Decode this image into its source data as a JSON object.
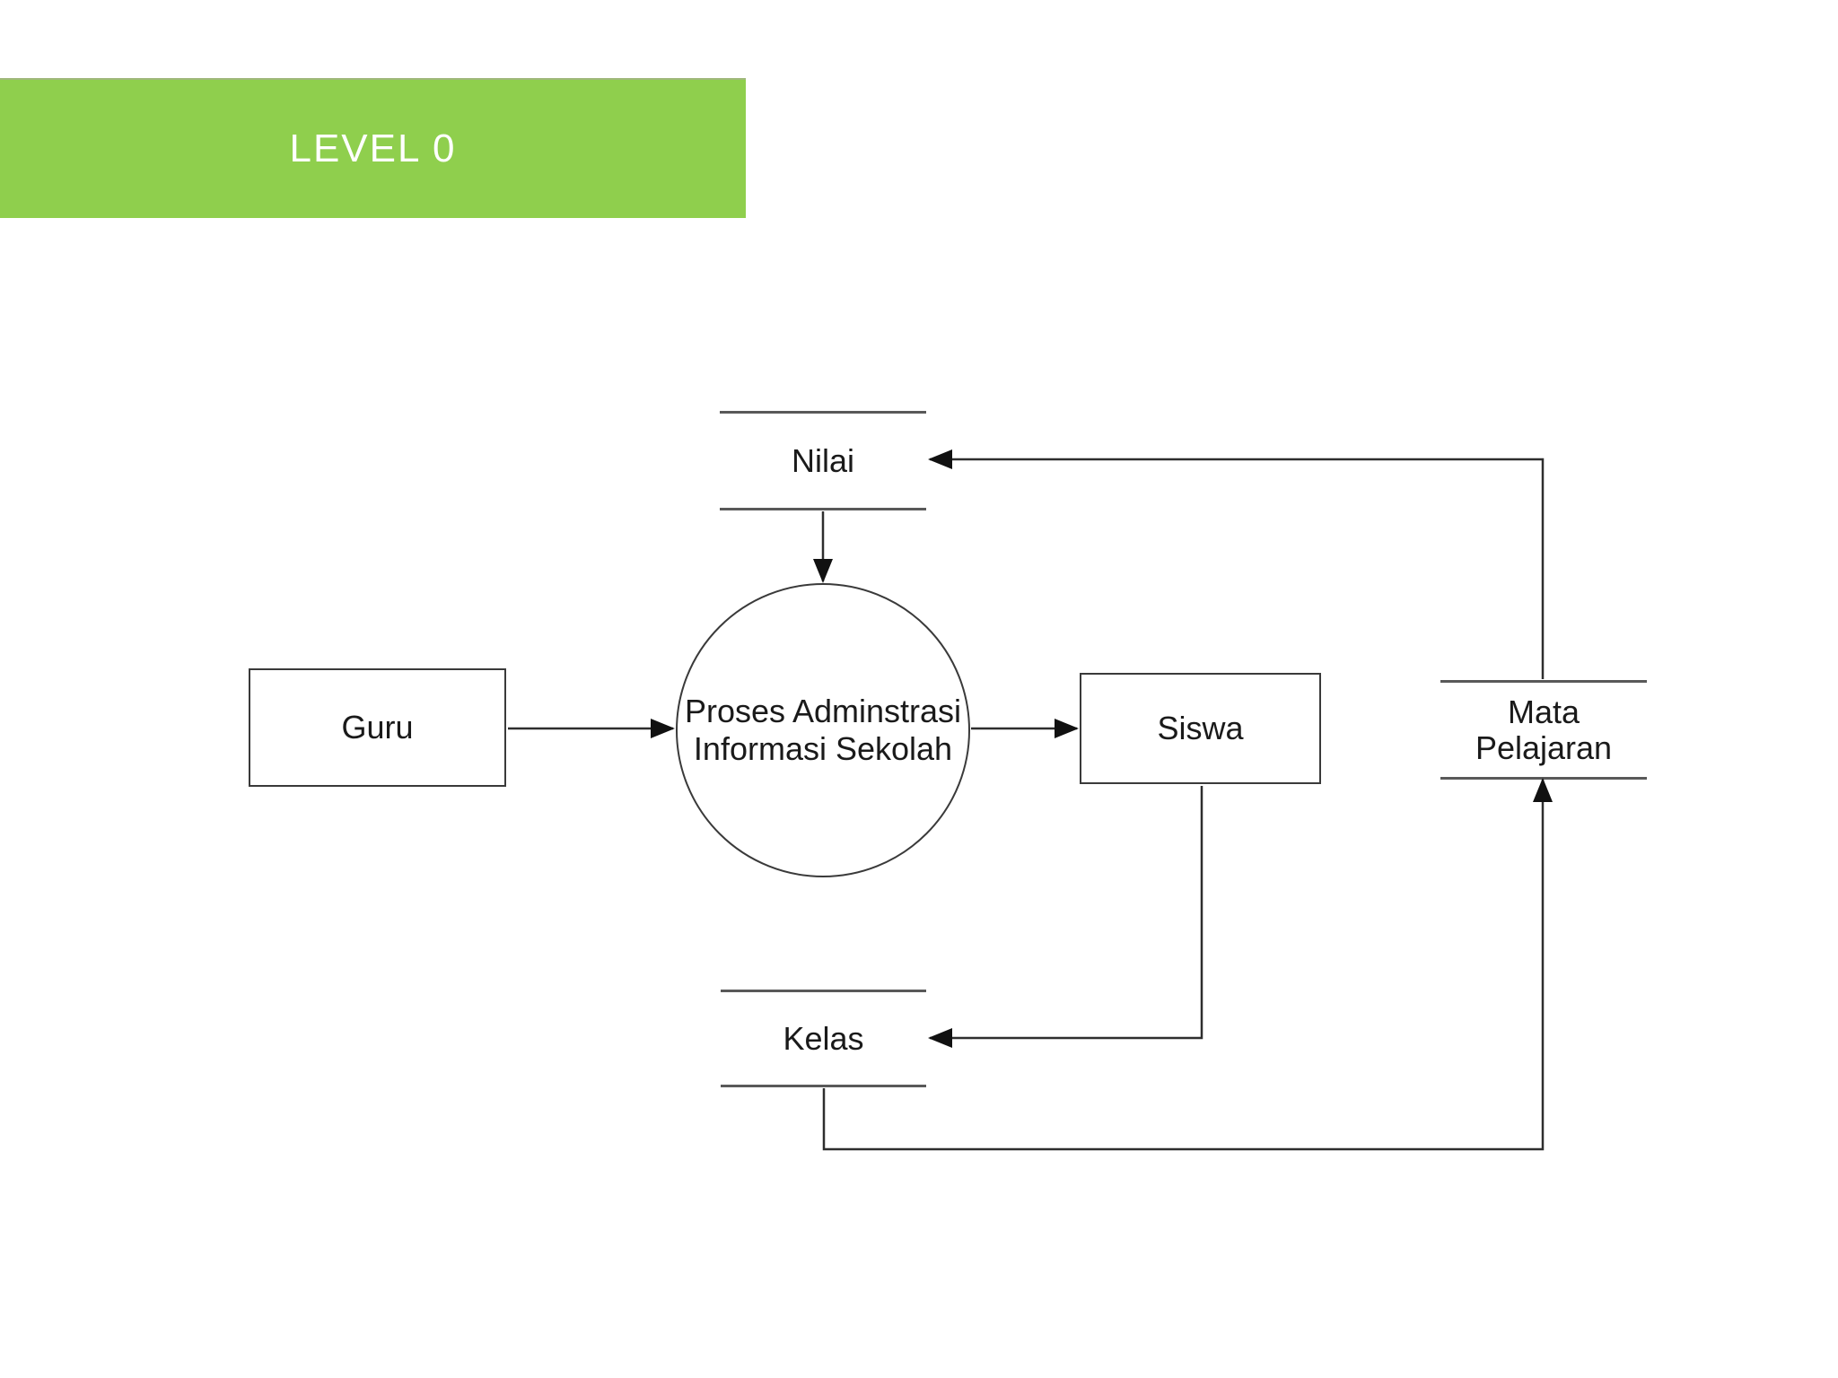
{
  "banner": {
    "label": "LEVEL 0",
    "bg_color": "#8fcf4d",
    "text_color": "#ffffff"
  },
  "diagram": {
    "external_entities": {
      "guru": {
        "label": "Guru"
      },
      "siswa": {
        "label": "Siswa"
      }
    },
    "process": {
      "name": "Proses Adminstrasi Informasi Sekolah",
      "line1": "Proses Adminstrasi",
      "line2": "Informasi Sekolah"
    },
    "data_stores": {
      "nilai": {
        "label": "Nilai"
      },
      "kelas": {
        "label": "Kelas"
      },
      "mata_pelajaran": {
        "name": "Mata Pelajaran",
        "line1": "Mata",
        "line2": "Pelajaran"
      }
    },
    "flows": [
      {
        "from": "guru",
        "to": "process"
      },
      {
        "from": "process",
        "to": "siswa"
      },
      {
        "from": "nilai",
        "to": "process"
      },
      {
        "from": "mata_pelajaran",
        "to": "nilai"
      },
      {
        "from": "siswa",
        "to": "kelas"
      },
      {
        "from": "kelas",
        "to": "mata_pelajaran"
      }
    ]
  },
  "colors": {
    "background": "#ffffff",
    "connector": "#2e2e2e",
    "shape_border": "#3a3a3a",
    "datastore_line": "#595959",
    "label_text": "#1a1a1a"
  }
}
